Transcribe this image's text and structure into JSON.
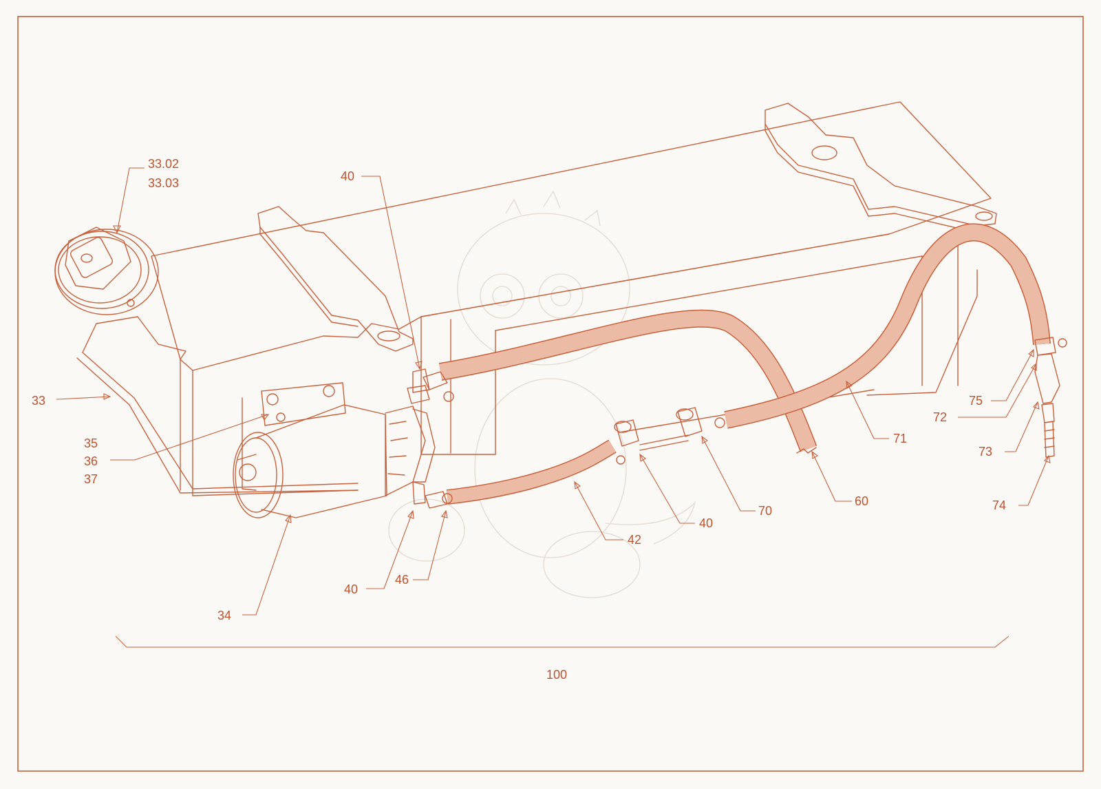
{
  "colors": {
    "line": "#c8603c",
    "label": "#c0522f",
    "hose_fill": "#ecbba6",
    "background": "#fbf9f6",
    "watermark": "#e7dfd6"
  },
  "callouts": {
    "c33_02": "33.02",
    "c33_03": "33.03",
    "c40_top": "40",
    "c33": "33",
    "c35": "35",
    "c36": "36",
    "c37": "37",
    "c34": "34",
    "c40_bottom": "40",
    "c46": "46",
    "c42": "42",
    "c40_mid": "40",
    "c70": "70",
    "c60": "60",
    "c71": "71",
    "c75": "75",
    "c72": "72",
    "c73": "73",
    "c74": "74",
    "c100": "100"
  }
}
